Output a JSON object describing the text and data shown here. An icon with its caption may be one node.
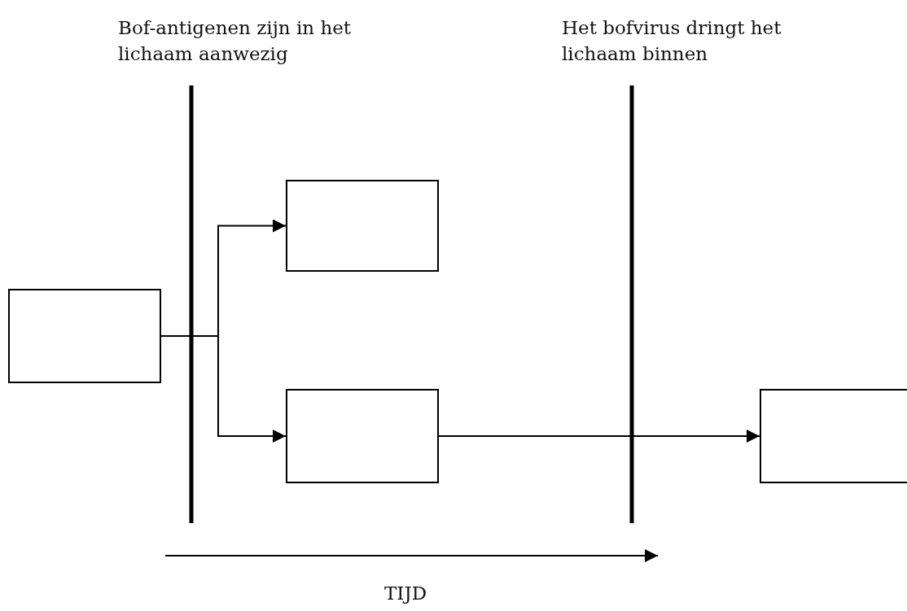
{
  "diagram": {
    "nodes": [
      {
        "text": [],
        "shape": "box"
      },
      {
        "text": [],
        "shape": "box"
      },
      {
        "text": [],
        "shape": "box"
      },
      {
        "text": [],
        "shape": "box"
      }
    ],
    "edges": [
      {
        "from": 0,
        "to": 1,
        "arrow": "to"
      },
      {
        "from": 0,
        "to": 2,
        "arrow": "to"
      },
      {
        "from": 2,
        "to": 3,
        "arrow": "to"
      }
    ],
    "labels": [
      "Bof-antigenen zijn in het lichaam aanwezig",
      "Het bofvirus dringt het lichaam binnen",
      "TIJD"
    ]
  }
}
